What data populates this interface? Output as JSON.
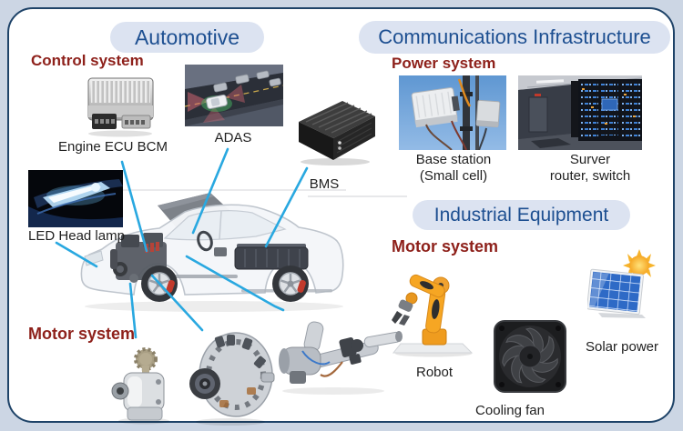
{
  "sections": {
    "automotive": {
      "title": "Automotive",
      "subsections": {
        "control": "Control system",
        "motor": "Motor system"
      },
      "captions": {
        "engine_ecu": "Engine ECU BCM",
        "adas": "ADAS",
        "bms": "BMS",
        "led_head_lamp": "LED Head lamp"
      }
    },
    "communications": {
      "title": "Communications Infrastructure",
      "subsections": {
        "power": "Power system"
      },
      "captions": {
        "base_station_line1": "Base station",
        "base_station_line2": "(Small cell)",
        "server_line1": "Surver",
        "server_line2": "router, switch"
      }
    },
    "industrial": {
      "title": "Industrial Equipment",
      "subsections": {
        "motor": "Motor system"
      },
      "captions": {
        "robot": "Robot",
        "cooling_fan": "Cooling fan",
        "solar_power": "Solar power"
      }
    }
  },
  "images": {
    "engine_ecu": "engine-ecu-module-photo",
    "adas": "adas-driving-scene-photo",
    "bms": "bms-module-photo",
    "led_head_lamp": "led-headlamp-photo",
    "car_cutaway": "car-cutaway-illustration",
    "pump": "motor-pump-photo",
    "alternator": "alternator-photo",
    "steering_column": "electric-power-steering-photo",
    "base_station": "base-station-photo",
    "server_rack": "server-room-photo",
    "robot": "robot-arm-photo",
    "cooling_fan": "cooling-fan-photo",
    "solar_panel": "solar-panel-with-sun-photo"
  },
  "colors": {
    "title_text": "#1d4f91",
    "title_pill_bg": "#dce3f1",
    "subsection_heading": "#8e211b",
    "caption_text": "#1f1f1f",
    "callout_line": "#29a8e0",
    "panel_border": "#1e4368",
    "page_bg": "#ccd6e4"
  }
}
